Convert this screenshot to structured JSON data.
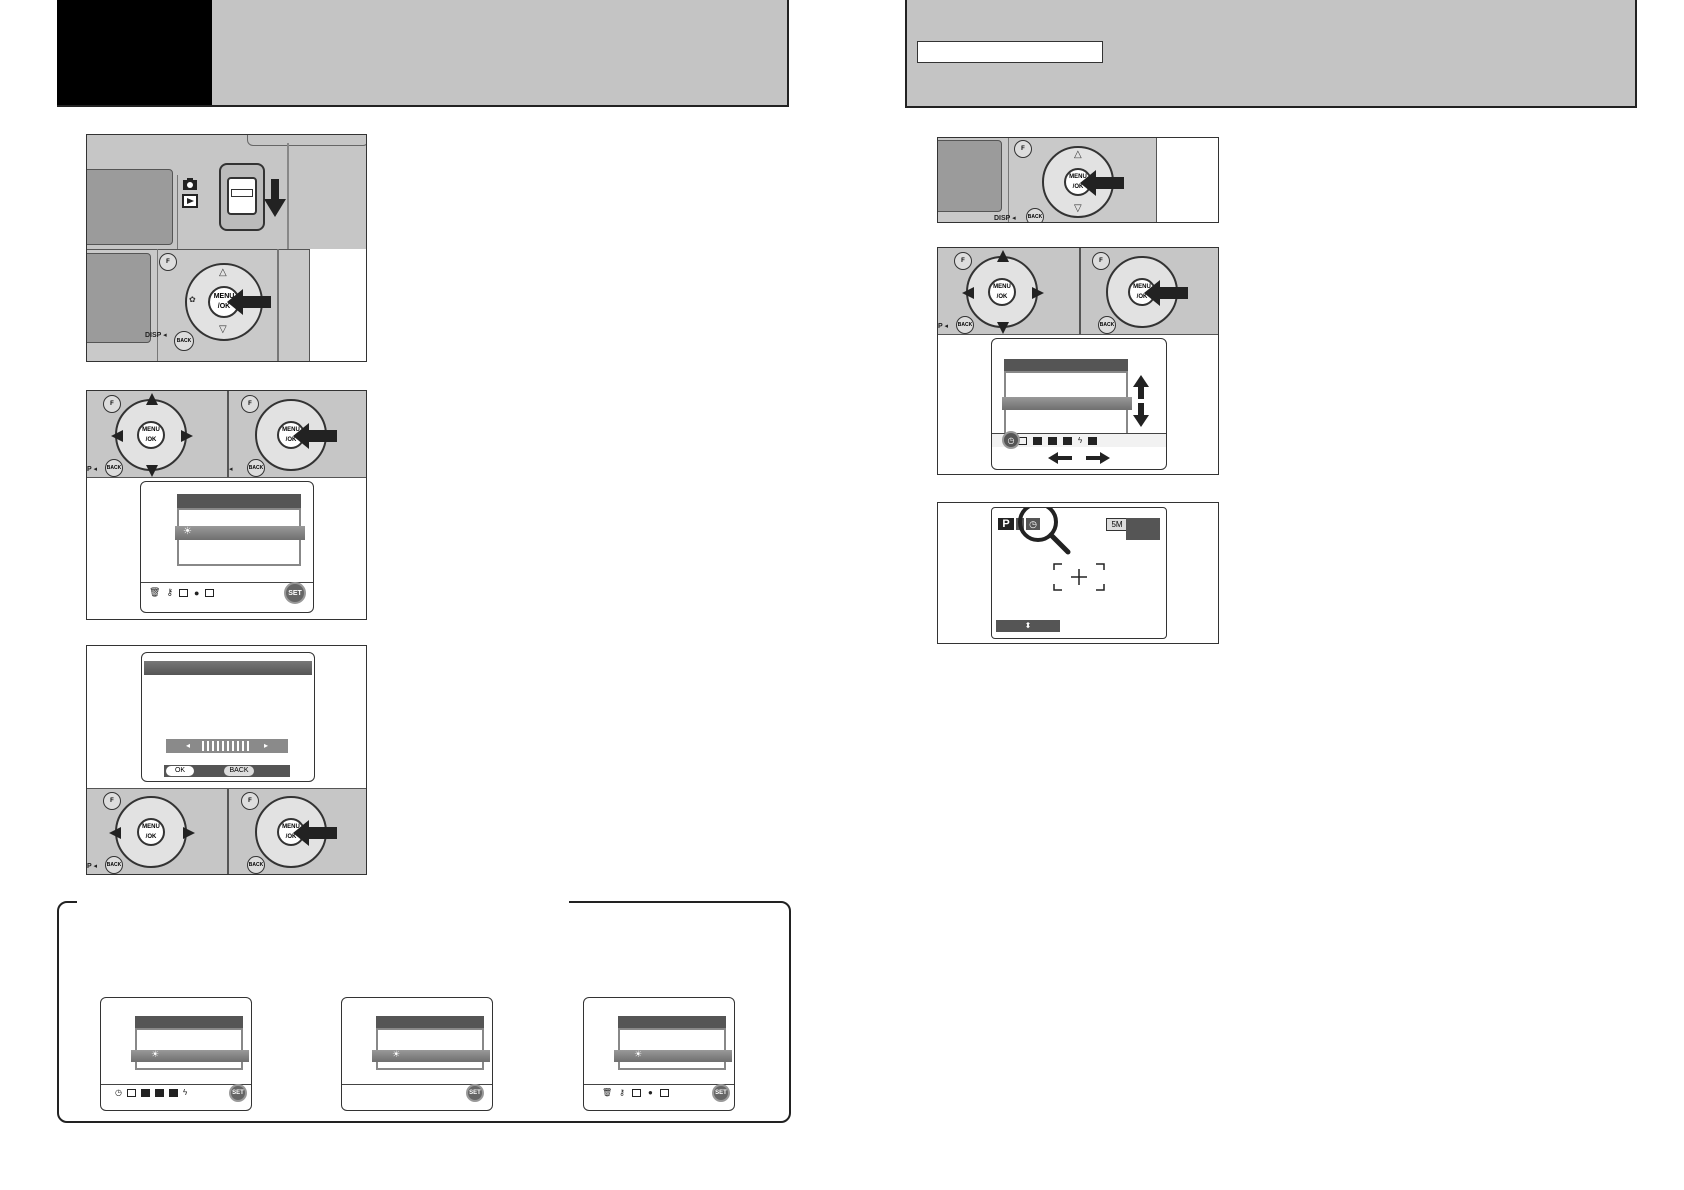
{
  "icons": {
    "camera": "camera-icon",
    "playback": "playback-icon",
    "magnifier": "magnifier-icon",
    "self_timer": "self-timer-icon",
    "trash": "trash-icon",
    "protect": "key-icon",
    "flash": "flash-icon",
    "macro": "macro-icon"
  },
  "controls": {
    "menu_ok": "MENU\n/OK",
    "back": "BACK",
    "disp": "DISP",
    "f_button": "F",
    "p_label": "P",
    "set": "SET"
  },
  "brightness_dialog": {
    "ok_label": "OK",
    "back_label": "BACK",
    "brightness_level": 0.5
  },
  "screen_display": {
    "mode": "P",
    "image_size": "5M"
  },
  "colors": {
    "panel_gray": "#c9c9c9",
    "header_gray": "#c4c4c4",
    "menu_title": "#555555",
    "black": "#000000"
  }
}
